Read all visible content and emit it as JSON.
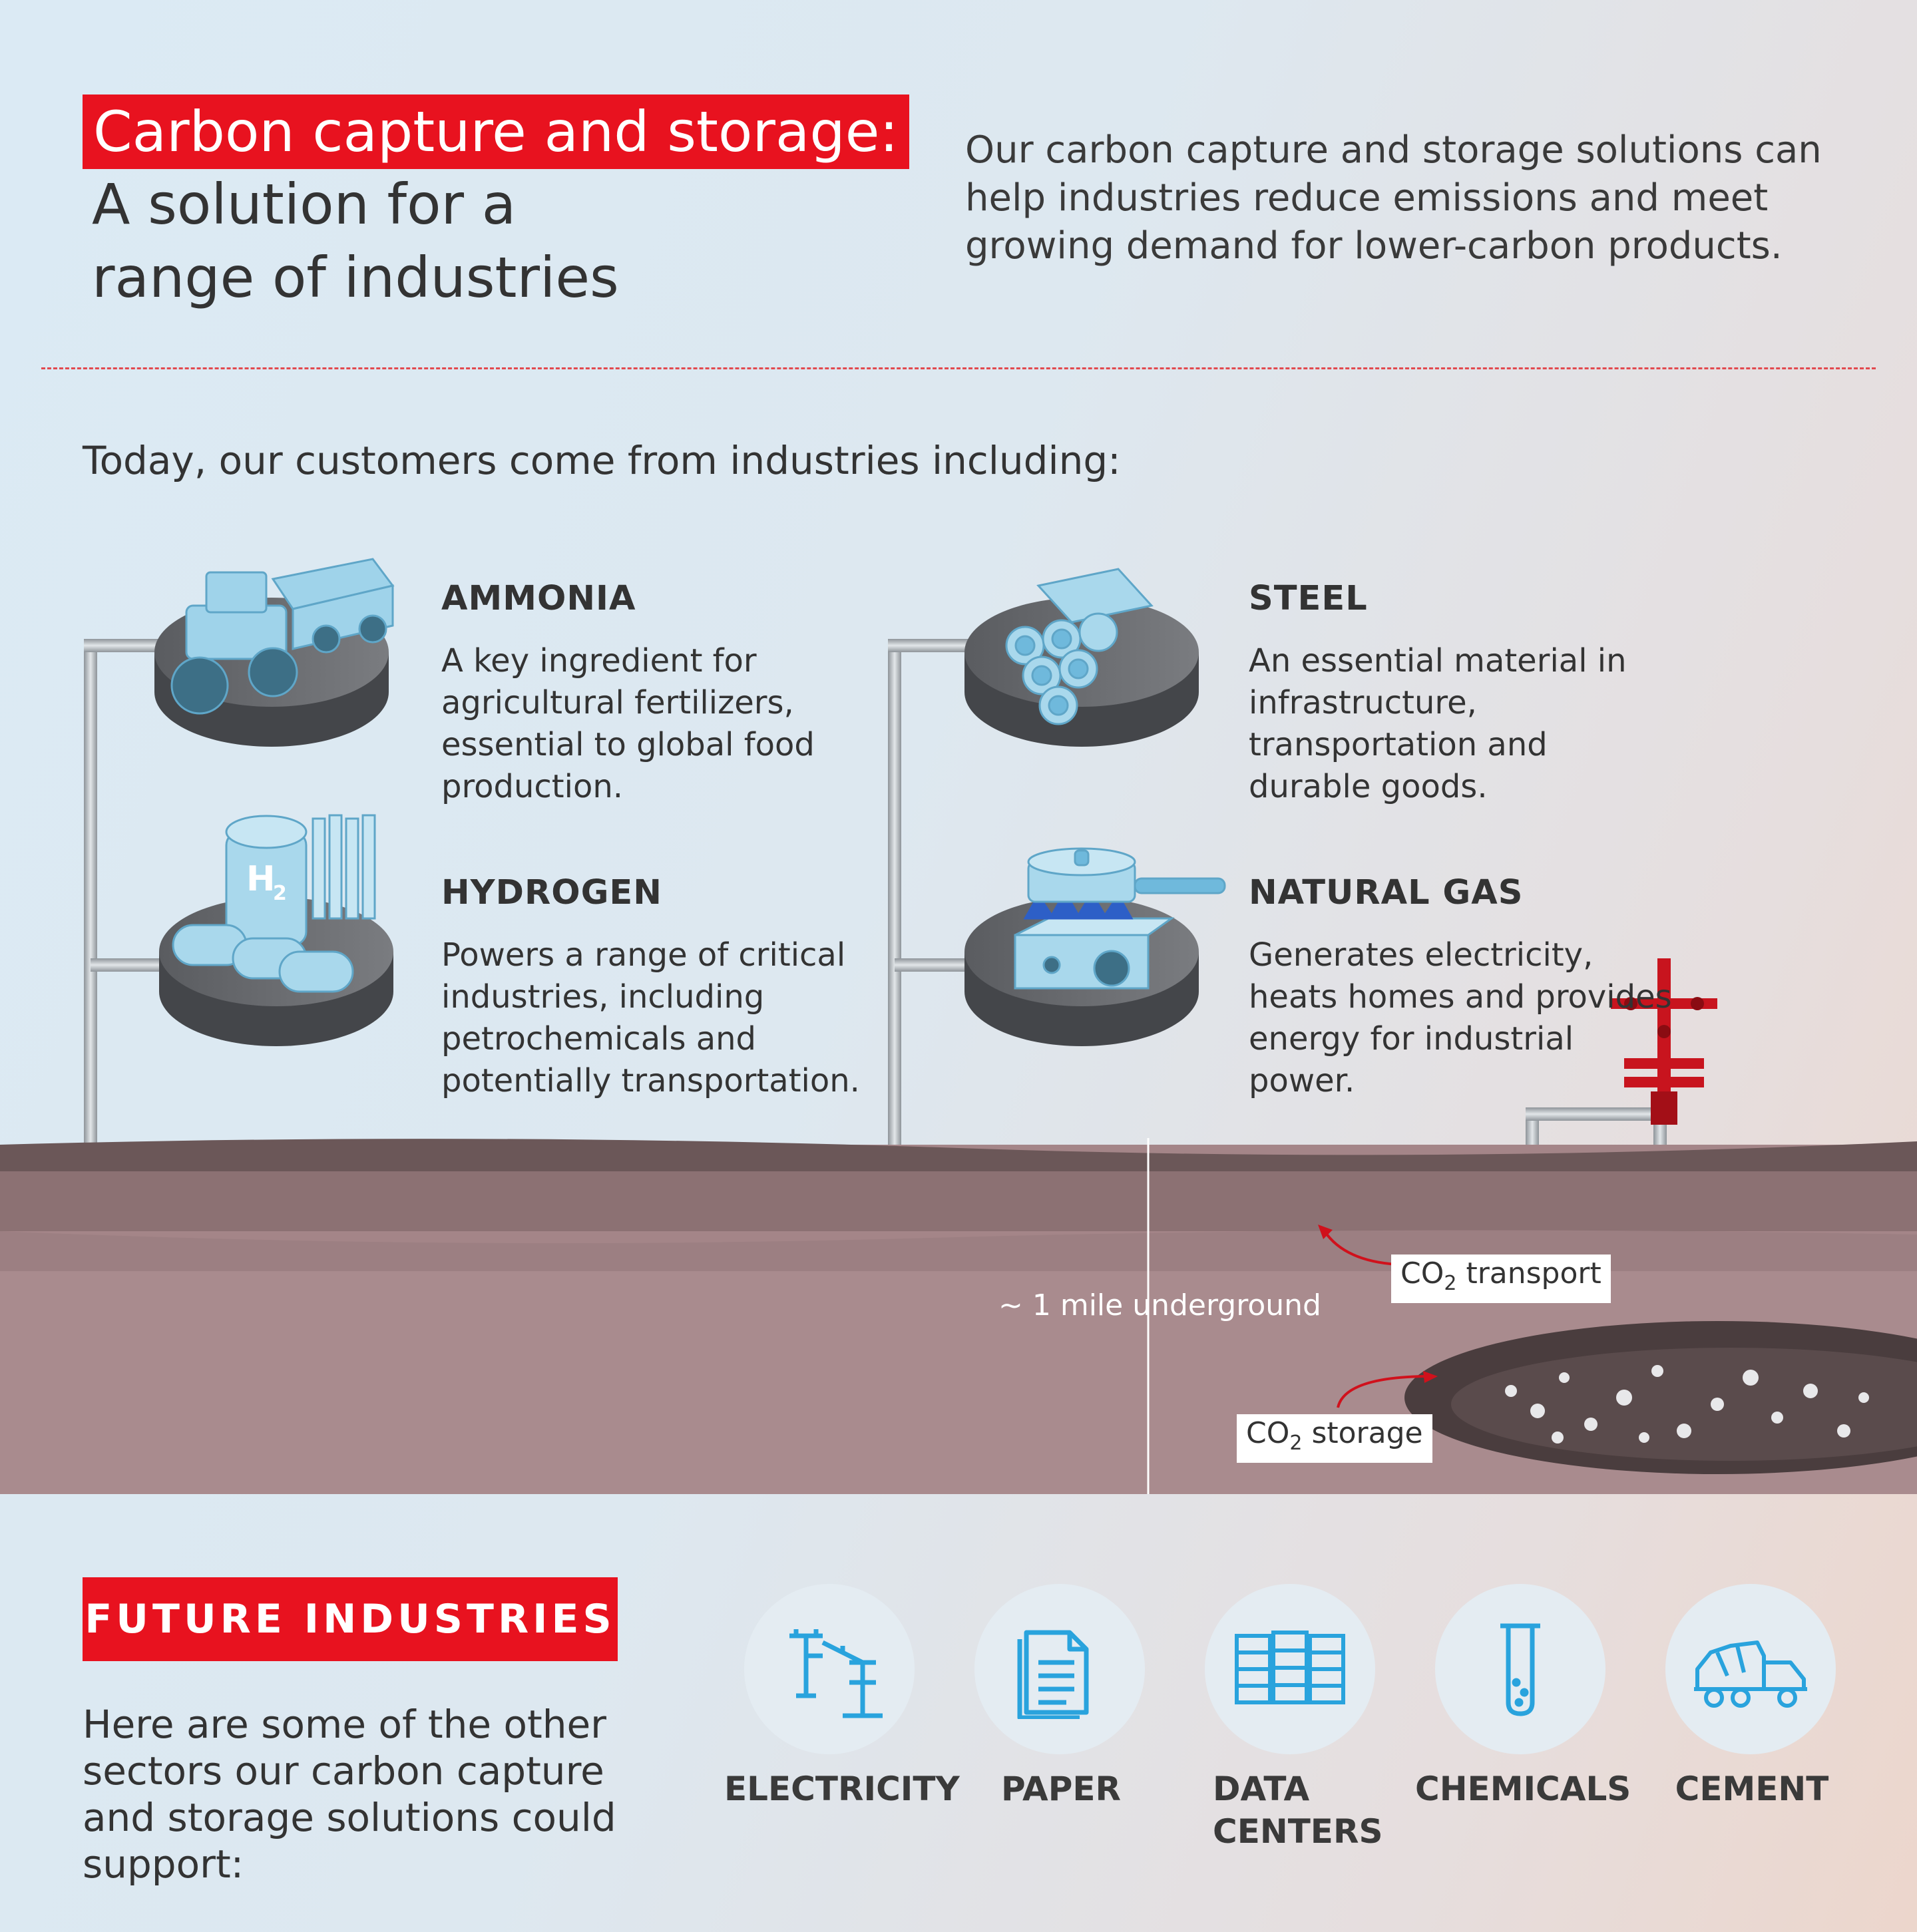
{
  "header": {
    "highlight": "Carbon capture and storage:",
    "subtitle": "A solution for a range of industries",
    "intro": "Our carbon capture and storage solutions can help industries reduce emissions and meet growing demand for lower-carbon products."
  },
  "lead": "Today, our customers come from industries including:",
  "industries": [
    {
      "title": "AMMONIA",
      "desc": "A key ingredient for agricultural fertilizers, essential to global food production.",
      "icon": "tractor-icon"
    },
    {
      "title": "HYDROGEN",
      "desc": "Powers a range of critical industries, including petrochemicals and potentially transportation.",
      "icon": "hydrogen-tanks-icon"
    },
    {
      "title": "STEEL",
      "desc": "An essential material in infrastructure, transportation and durable goods.",
      "icon": "steel-pipes-icon"
    },
    {
      "title": "NATURAL GAS",
      "desc": "Generates electricity, heats homes and provides energy for industrial power.",
      "icon": "gas-stove-icon"
    }
  ],
  "underground": {
    "depth_label": "~ 1 mile underground",
    "transport_prefix": "CO",
    "transport_sub": "2",
    "transport_suffix": " transport",
    "storage_prefix": "CO",
    "storage_sub": "2",
    "storage_suffix": " storage"
  },
  "future": {
    "title": "FUTURE INDUSTRIES",
    "text": "Here are some of the other sectors our carbon capture and storage solutions could support:",
    "sectors": [
      {
        "label": "ELECTRICITY",
        "icon": "power-tower-icon"
      },
      {
        "label": "PAPER",
        "icon": "paper-icon"
      },
      {
        "label": "DATA CENTERS",
        "icon": "server-rack-icon"
      },
      {
        "label": "CHEMICALS",
        "icon": "test-tube-icon"
      },
      {
        "label": "CEMENT",
        "icon": "cement-truck-icon"
      }
    ]
  },
  "colors": {
    "accent": "#e8121f",
    "icon_blue": "#29a3dd",
    "soil": "#9a7a7e"
  }
}
